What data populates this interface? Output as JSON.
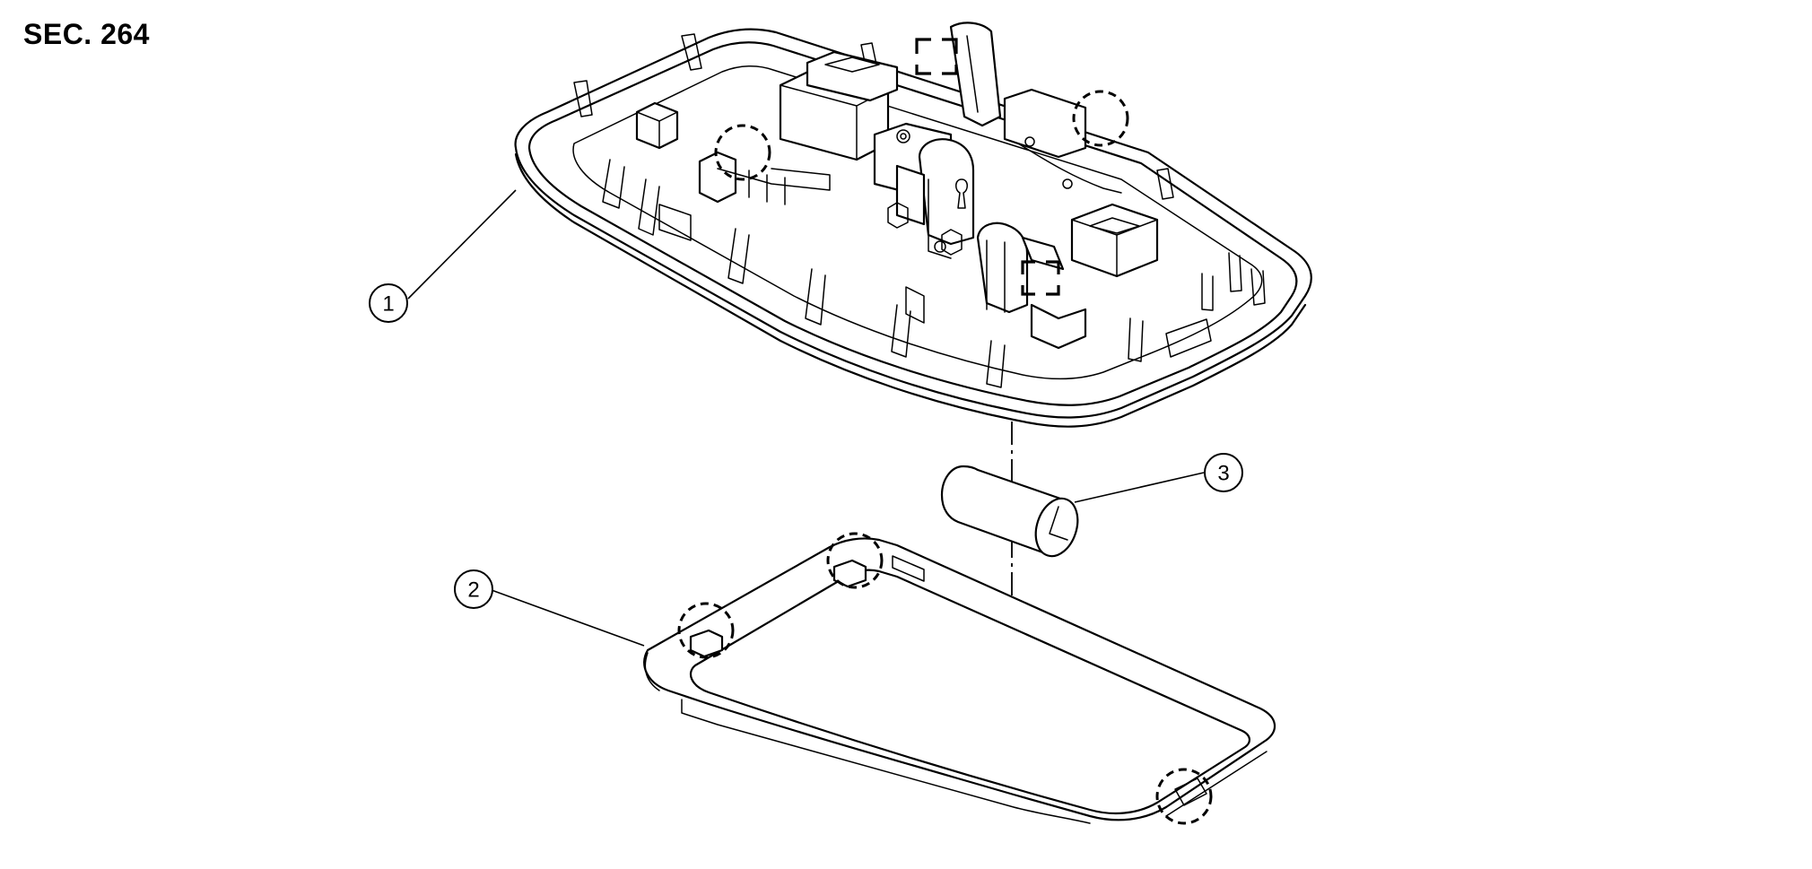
{
  "section_label": "SEC. 264",
  "callouts": [
    {
      "id": "callout-1",
      "number": "1"
    },
    {
      "id": "callout-2",
      "number": "2"
    },
    {
      "id": "callout-3",
      "number": "3"
    }
  ]
}
